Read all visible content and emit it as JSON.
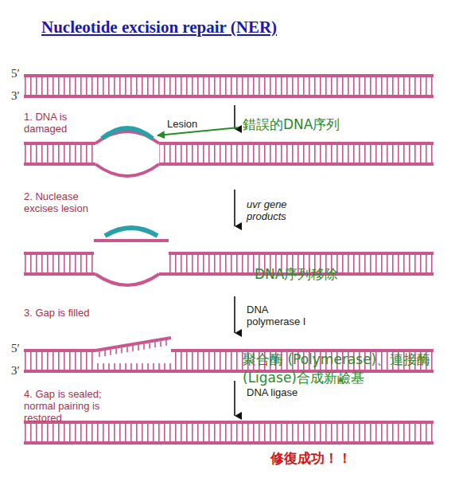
{
  "diagram": {
    "title": "Nucleotide excision repair (NER)",
    "labels": [
      "5′",
      "3′",
      "1. DNA is damaged",
      "Lesion",
      "錯誤的DNA序列",
      "2. Nuclease excises lesion",
      "uvr gene products",
      "DNA序列移除",
      "3. Gap is filled",
      "DNA polymerase I",
      "5′",
      "3′",
      "聚合酶 (Polymerase)、連接酶 (Ligase)合成新鹼基",
      "4. Gap is sealed; normal pairing is restored",
      "DNA ligase",
      "修復成功！！"
    ]
  }
}
